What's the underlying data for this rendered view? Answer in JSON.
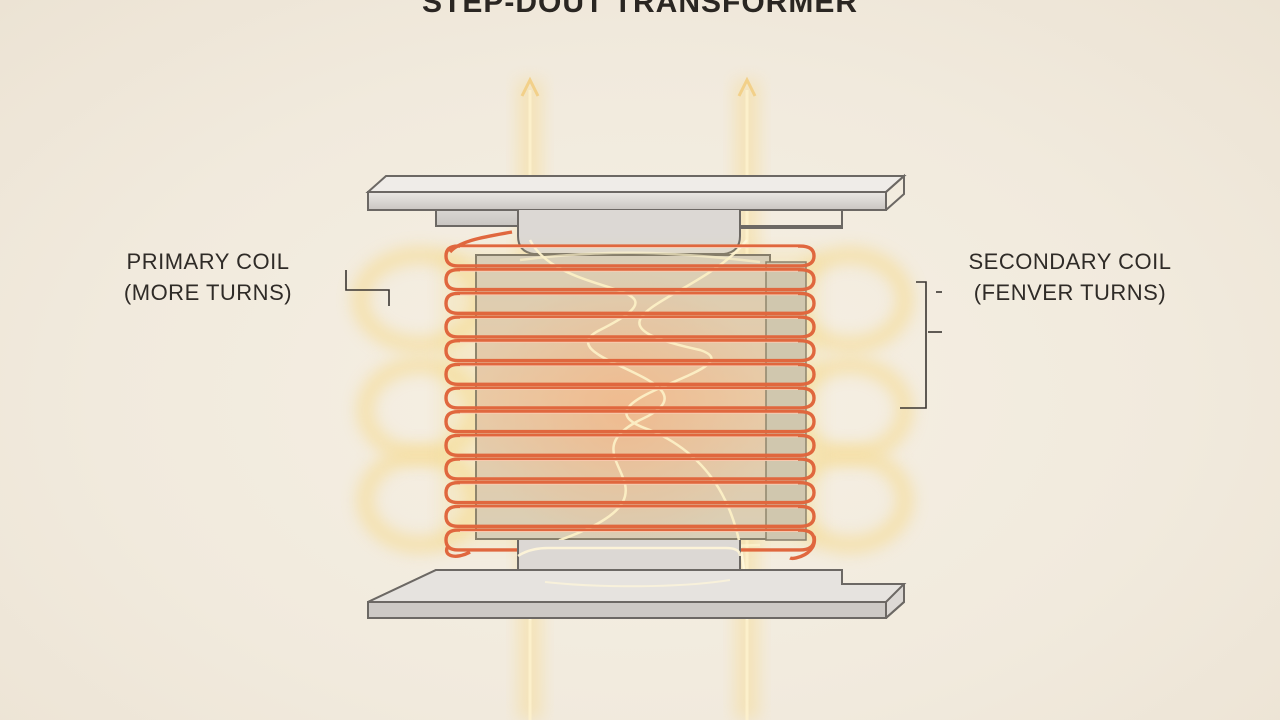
{
  "diagram": {
    "title": "STEP-DOUT TRANSFORMER",
    "primary_label": {
      "line1": "PRIMARY COIL",
      "line2": "(MORE TURNS)"
    },
    "secondary_label": {
      "line1": "SECONDARY COIL",
      "line2": "(FENVER TURNS)"
    },
    "primary_turns": 13,
    "colors": {
      "background": "#f3ece0",
      "core_fill": "#d8d4d0",
      "core_edge": "#6c6864",
      "coil": "#e0673e",
      "flux_glow": "#f7dc86",
      "flux_line": "#fff7d6",
      "text": "#2a2622"
    }
  }
}
